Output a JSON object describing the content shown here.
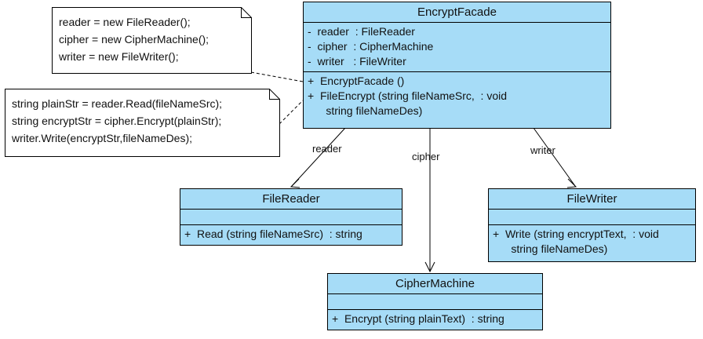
{
  "diagram": {
    "title": "EncryptFacade UML class diagram",
    "colors": {
      "class_fill": "#a6dcf7",
      "border": "#000000",
      "background": "#ffffff",
      "text": "#111111"
    }
  },
  "notes": [
    {
      "id": "note-constructor",
      "lines": [
        "reader = new FileReader();",
        "cipher = new CipherMachine();",
        "writer = new FileWriter();"
      ]
    },
    {
      "id": "note-fileencrypt",
      "lines": [
        "string plainStr = reader.Read(fileNameSrc);",
        "string encryptStr = cipher.Encrypt(plainStr);",
        "writer.Write(encryptStr,fileNameDes);"
      ]
    }
  ],
  "classes": {
    "encrypt_facade": {
      "name": "EncryptFacade",
      "attributes": [
        "-  reader  : FileReader",
        "-  cipher  : CipherMachine",
        "-  writer   : FileWriter"
      ],
      "operations": [
        "+  EncryptFacade ()",
        "+  FileEncrypt (string fileNameSrc,  : void",
        "      string fileNameDes)"
      ]
    },
    "file_reader": {
      "name": "FileReader",
      "attributes": [],
      "operations": [
        "+  Read (string fileNameSrc)  : string"
      ]
    },
    "file_writer": {
      "name": "FileWriter",
      "attributes": [],
      "operations": [
        "+  Write (string encryptText,  : void",
        "      string fileNameDes)"
      ]
    },
    "cipher_machine": {
      "name": "CipherMachine",
      "attributes": [],
      "operations": [
        "+  Encrypt (string plainText)  : string"
      ]
    }
  },
  "edge_labels": {
    "reader": "reader",
    "cipher": "cipher",
    "writer": "writer"
  }
}
